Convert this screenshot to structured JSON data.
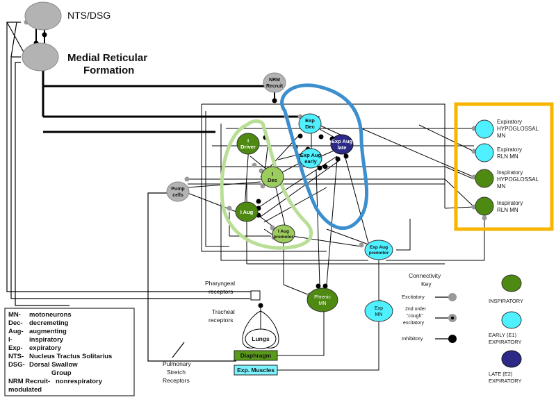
{
  "colors": {
    "inspiratory": "#4e8a12",
    "inspiratory_light": "#9ccb5e",
    "early_expiratory": "#4ff0ff",
    "late_expiratory": "#2c2a86",
    "grey_node": "#b3b3b3",
    "yellow_box": "#f7b500",
    "blue_outline": "#3c8fce",
    "green_outline": "#b9de95",
    "diaphragm": "#5a9a1a",
    "exp_muscles": "#7cf3ff"
  },
  "nodes": {
    "nts_dsg": "NTS/DSG",
    "mrf_line1": "Medial Reticular",
    "mrf_line2": "Formation",
    "nrm_line1": "NRM",
    "nrm_line2": "Recruit",
    "pump_line1": "Pump",
    "pump_line2": "cells",
    "exp_dec_line1": "Exp",
    "exp_dec_line2": "Dec",
    "exp_aug_late_line1": "Exp Aug",
    "exp_aug_late_line2": "late",
    "exp_aug_early_line1": "Exp Aug",
    "exp_aug_early_line2": "early",
    "i_driver_line1": "I",
    "i_driver_line2": "Driver",
    "i_dec_line1": "I",
    "i_dec_line2": "Dec",
    "i_aug": "I Aug",
    "i_aug_premotor_line1": "I Aug",
    "i_aug_premotor_line2": "premotor",
    "exp_aug_premotor_line1": "Exp Aug",
    "exp_aug_premotor_line2": "premotor",
    "phrenic_line1": "Phrenic",
    "phrenic_line2": "MN",
    "exp_mn_line1": "Exp",
    "exp_mn_line2": "MN",
    "lungs": "Lungs",
    "diaphragm": "Diaphragm",
    "exp_muscles": "Exp. Muscles"
  },
  "motoneurons": [
    {
      "line1": "Expiratory",
      "line2": "HYPOGLOSSAL",
      "line3": "MN"
    },
    {
      "line1": "Expiratory",
      "line2": "RLN MN",
      "line3": ""
    },
    {
      "line1": "Inspiratory",
      "line2": "HYPOGLOSSAL",
      "line3": "MN"
    },
    {
      "line1": "Inspiratory",
      "line2": "RLN MN",
      "line3": ""
    }
  ],
  "receptors": {
    "pharyngeal_line1": "Pharyngeal",
    "pharyngeal_line2": "receptors",
    "tracheal_line1": "Tracheal",
    "tracheal_line2": "receptors",
    "pulmonary_line1": "Pulmonary",
    "pulmonary_line2": "Stretch",
    "pulmonary_line3": "Receptors"
  },
  "connectivity_key": {
    "title_line1": "Connectivity",
    "title_line2": "Key",
    "excitatory": "Excitatory",
    "second_order_line1": "2nd order",
    "second_order_line2": "“cough”",
    "second_order_line3": "excitatory",
    "inhibitory": "Inhibitory"
  },
  "cell_key": {
    "inspiratory": "INSPIRATORY",
    "early_line1": "EARLY (E1)",
    "early_line2": "EXPIRATORY",
    "late_line1": "LATE (E2)",
    "late_line2": "EXPIRATORY"
  },
  "abbreviations": [
    {
      "abbr": "MN-",
      "desc": "motoneurons"
    },
    {
      "abbr": "Dec-",
      "desc": "decremeting"
    },
    {
      "abbr": "Aug-",
      "desc": "augmenting"
    },
    {
      "abbr": "I-",
      "desc": "inspiratory"
    },
    {
      "abbr": "Exp-",
      "desc": "expiratory"
    },
    {
      "abbr": "NTS-",
      "desc": "Nucleus Tractus Solitarius"
    },
    {
      "abbr": "DSG-",
      "desc": "Dorsal Swallow"
    },
    {
      "abbr": "",
      "desc": "Group"
    },
    {
      "abbr": "NRM Recruit-",
      "desc": "nonrespiratory"
    },
    {
      "abbr": "",
      "desc": "modulated"
    }
  ]
}
